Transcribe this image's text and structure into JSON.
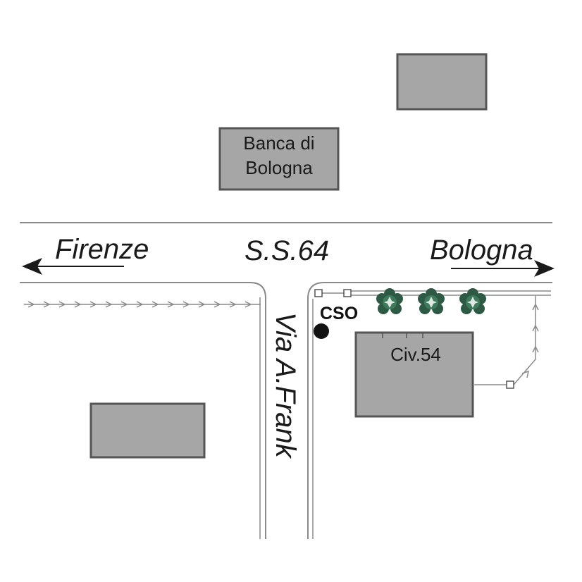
{
  "labels": {
    "firenze": "Firenze",
    "ss64": "S.S.64",
    "bologna": "Bologna",
    "via_frank": "Via A.Frank",
    "banca_line1": "Banca di",
    "banca_line2": "Bologna",
    "civ54": "Civ.54",
    "cso": "CSO"
  },
  "colors": {
    "building_fill": "#a6a6a6",
    "building_stroke": "#555555",
    "road": "#8a8a8a",
    "tree": "#2e5a45",
    "marker": "#111111"
  },
  "icons": {
    "arrow_left": "arrow-left-icon",
    "arrow_right": "arrow-right-icon",
    "tree": "tree-icon",
    "marker": "cso-marker-icon"
  }
}
